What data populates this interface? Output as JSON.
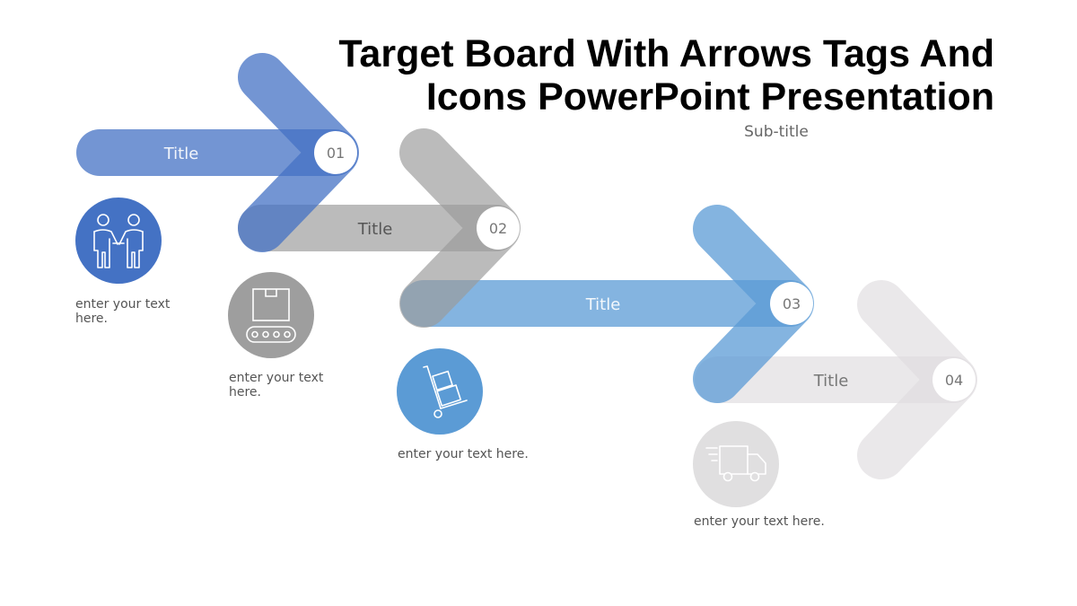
{
  "slide": {
    "title_line1": "Target Board With Arrows Tags And",
    "title_line2": "Icons PowerPoint Presentation",
    "subtitle": "Sub-title"
  },
  "steps": [
    {
      "number": "01",
      "title": "Title",
      "text": "enter your text here.",
      "color": "#5b82cf",
      "icon": "handshake-people-icon"
    },
    {
      "number": "02",
      "title": "Title",
      "text": "enter your text here.",
      "color": "#9e9e9e",
      "icon": "box-conveyor-icon"
    },
    {
      "number": "03",
      "title": "Title",
      "text": "enter your text here.",
      "color": "#5b9bd5",
      "icon": "hand-truck-icon"
    },
    {
      "number": "04",
      "title": "Title",
      "text": "enter your text here.",
      "color": "#e0dfe0",
      "icon": "delivery-truck-icon"
    }
  ]
}
